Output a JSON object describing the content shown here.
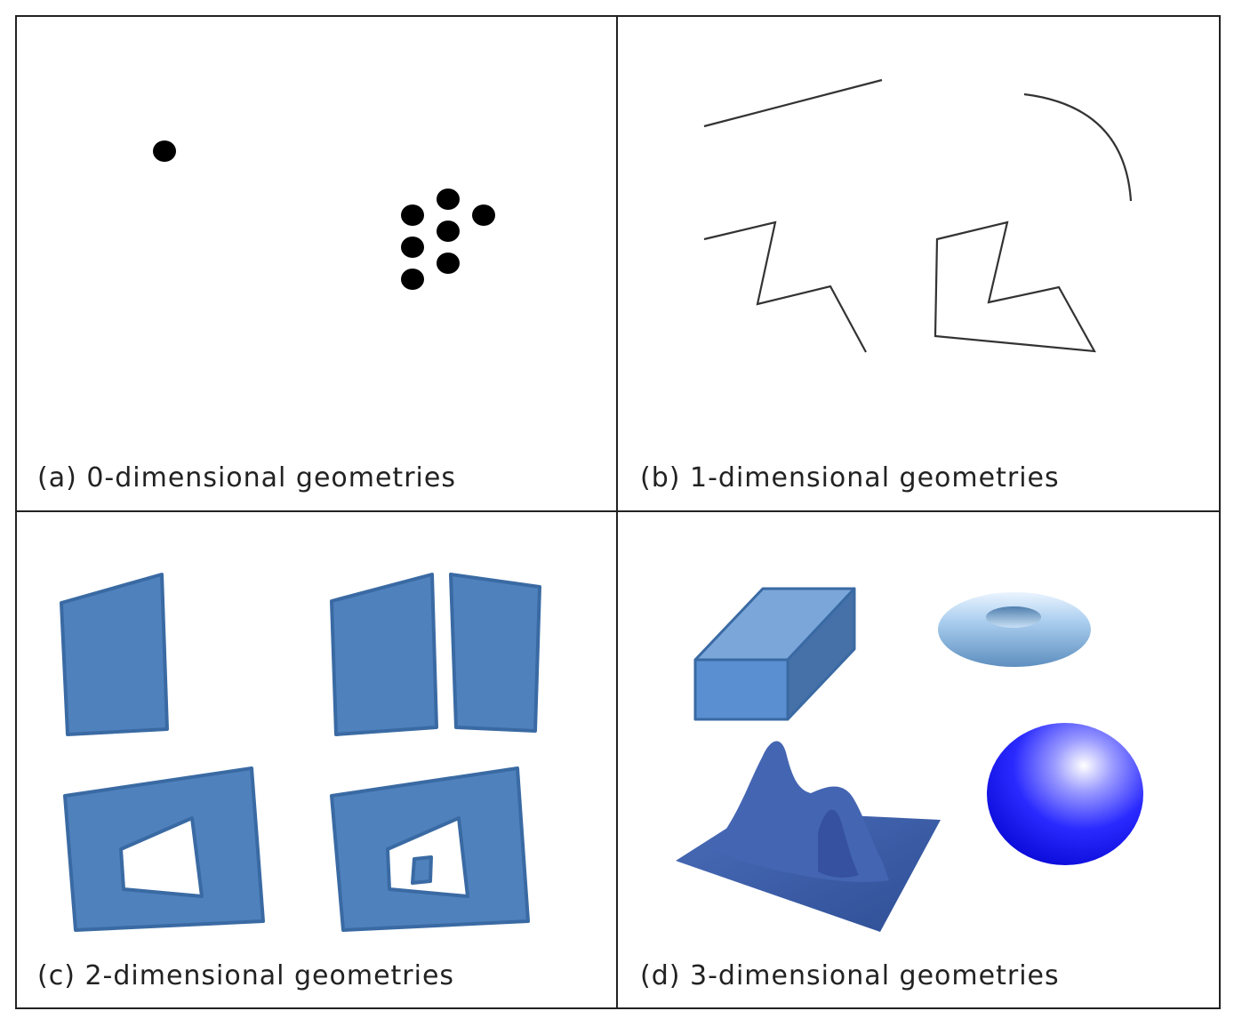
{
  "panels": {
    "a": {
      "caption": "(a) 0-dimensional geometries"
    },
    "b": {
      "caption": "(b) 1-dimensional geometries"
    },
    "c": {
      "caption": "(c) 2-dimensional geometries"
    },
    "d": {
      "caption": "(d) 3-dimensional geometries"
    }
  },
  "colors": {
    "border": "#222222",
    "point": "#000000",
    "line": "#333333",
    "polygon_fill": "#4f81bd",
    "polygon_stroke": "#3a6aa3",
    "hole_fill": "#ffffff",
    "sphere_main": "#1a1aff",
    "torus_main": "#9ec5ea",
    "surface_main": "#3d5fa8"
  }
}
